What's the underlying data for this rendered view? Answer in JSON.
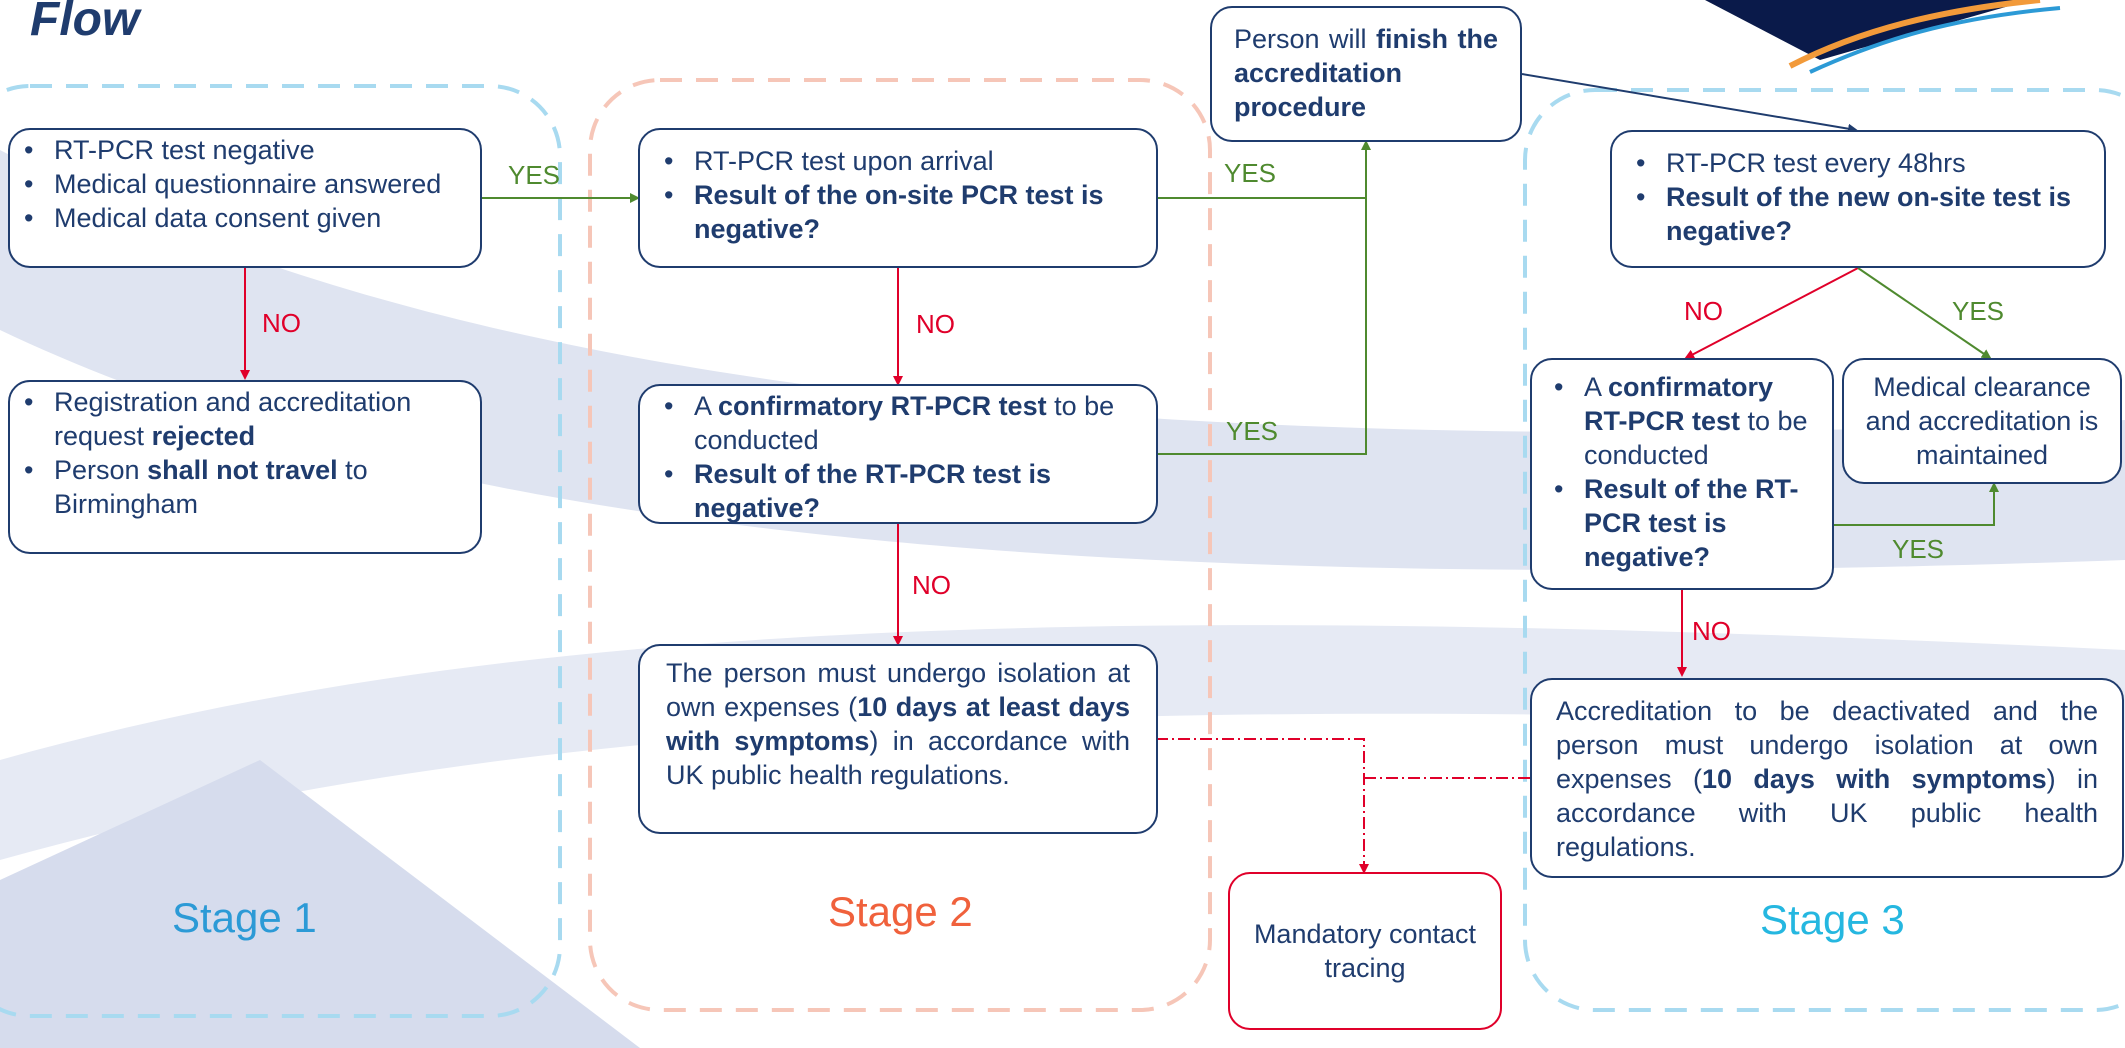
{
  "title": "Flow",
  "stages": {
    "s1": "Stage 1",
    "s2": "Stage 2",
    "s3": "Stage 3"
  },
  "labels": {
    "yes": "YES",
    "no": "NO"
  },
  "colors": {
    "navy": "#1f3c6e",
    "red": "#e0002a",
    "green": "#4f8a2f",
    "stage1": "#2c9ad6",
    "stage2": "#f0613c",
    "stage3": "#25b7e0"
  },
  "boxes": {
    "s1_criteria": [
      "RT-PCR test negative",
      "Medical questionnaire answered",
      "Medical data consent given"
    ],
    "s1_rejected": {
      "b1_pre": "Registration and accreditation request ",
      "b1_bold": "rejected",
      "b2_pre": "Person ",
      "b2_bold": "shall not travel",
      "b2_post": " to Birmingham"
    },
    "s2_arrival": {
      "b1": "RT-PCR test upon arrival",
      "b2_bold": "Result of the on-site PCR test is negative?"
    },
    "s2_confirm": {
      "b1_pre": "A ",
      "b1_bold": "confirmatory RT-PCR test",
      "b1_post": " to be conducted",
      "b2_bold": "Result of the RT-PCR test is negative?"
    },
    "s2_isolation": {
      "pre": "The person must undergo isolation at own expenses (",
      "bold": "10 days at least days with symptoms",
      "post": ") in accordance with UK public health regulations."
    },
    "finish": {
      "pre": "Person will ",
      "bold": "finish the accreditation procedure"
    },
    "s3_every48": {
      "b1": "RT-PCR test every 48hrs",
      "b2_bold": "Result of the new on-site test is negative?"
    },
    "s3_confirm": {
      "b1_pre": "A ",
      "b1_bold": "confirmatory RT-PCR test",
      "b1_post": " to be conducted",
      "b2_bold": "Result of the RT-PCR test is negative?"
    },
    "s3_clearance": "Medical clearance and accreditation is maintained",
    "s3_deactivate": {
      "pre": "Accreditation to be deactivated and the person must undergo isolation at own expenses (",
      "bold": "10 days with symptoms",
      "post": ") in accordance with UK public health regulations."
    },
    "tracing": "Mandatory contact tracing"
  }
}
